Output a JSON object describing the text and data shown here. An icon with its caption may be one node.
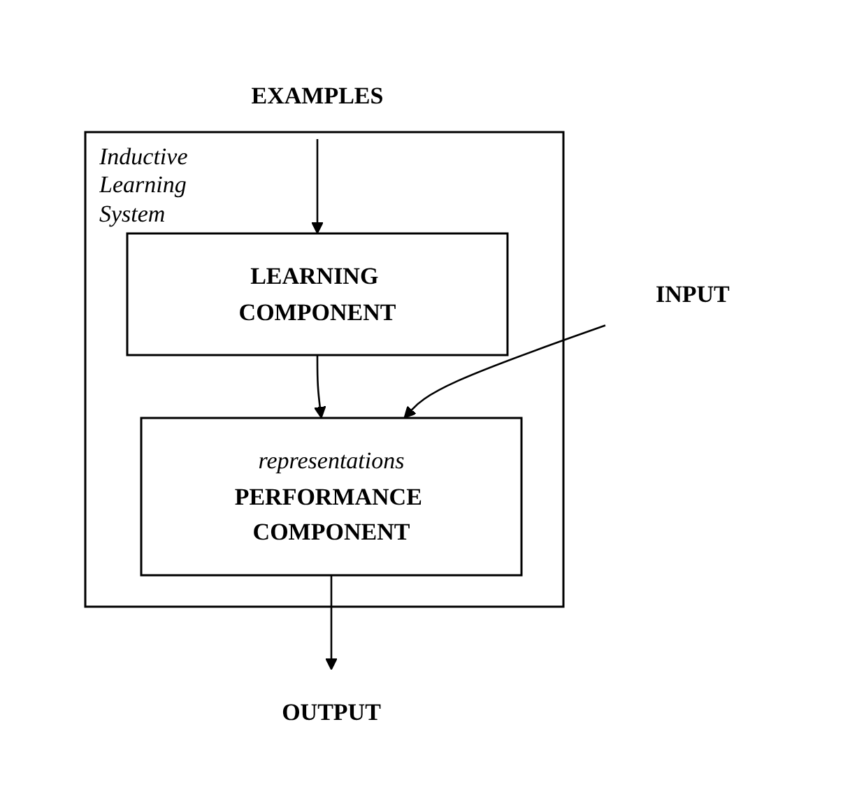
{
  "diagram": {
    "nodes": [
      {
        "text": [
          "EXAMPLES"
        ]
      },
      {
        "text": [
          "Inductive Learning System"
        ]
      },
      {
        "text": [
          "LEARNING COMPONENT"
        ],
        "in": 1
      },
      {
        "text": [
          "representations",
          "PERFORMANCE COMPONENT"
        ],
        "in": 1
      },
      {
        "text": [
          "INPUT"
        ]
      },
      {
        "text": [
          "OUTPUT"
        ]
      }
    ],
    "edges": [
      {
        "from": 0,
        "to": 2,
        "arrow": "to"
      },
      {
        "from": 2,
        "to": 3,
        "arrow": "to"
      },
      {
        "from": 4,
        "to": 3,
        "arrow": "to"
      },
      {
        "from": 3,
        "to": 5,
        "arrow": "to"
      }
    ]
  }
}
